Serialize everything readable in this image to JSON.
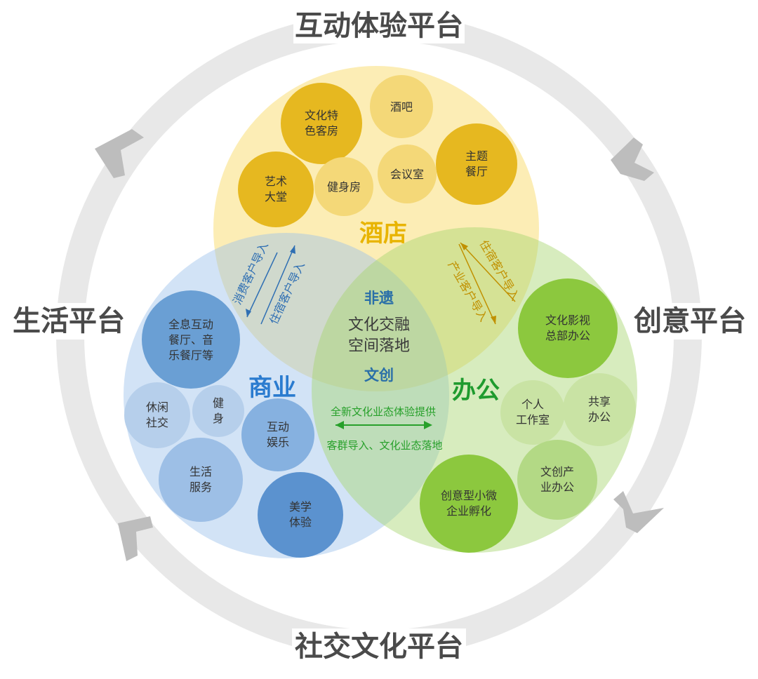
{
  "platforms": {
    "top": "互动体验平台",
    "right": "创意平台",
    "bottom": "社交文化平台",
    "left": "生活平台"
  },
  "categories": {
    "hotel": "酒店",
    "commerce": "商业",
    "office": "办公"
  },
  "center": {
    "top": "非遗",
    "line1": "文化交融",
    "line2": "空间落地",
    "bottom": "文创"
  },
  "flows": {
    "left_outer": "消费客户导入",
    "left_inner": "住宿客户导入",
    "right_outer": "住宿客户导入",
    "right_inner": "产业客户导入",
    "bottom_top": "全新文化业态体验提供",
    "bottom_bottom": "客群导入、文化业态落地"
  },
  "bubbles": [
    {
      "id": "hotel-room",
      "lines": [
        "文化特",
        "色客房"
      ],
      "color": "#e6b820"
    },
    {
      "id": "bar",
      "lines": [
        "酒吧"
      ],
      "color": "#f6dc7a"
    },
    {
      "id": "theme-restaurant",
      "lines": [
        "主题",
        "餐厅"
      ],
      "color": "#e6b820"
    },
    {
      "id": "art-hall",
      "lines": [
        "艺术",
        "大堂"
      ],
      "color": "#e6b820"
    },
    {
      "id": "gym",
      "lines": [
        "健身房"
      ],
      "color": "#f6dc7a"
    },
    {
      "id": "meeting-room",
      "lines": [
        "会议室"
      ],
      "color": "#f6dc7a"
    },
    {
      "id": "dining",
      "lines": [
        "全息互动",
        "餐厅、音",
        "乐餐厅等"
      ],
      "color": "#6a9fd4"
    },
    {
      "id": "leisure",
      "lines": [
        "休闲",
        "社交"
      ],
      "color": "#b6cfeb"
    },
    {
      "id": "fitness",
      "lines": [
        "健",
        "身"
      ],
      "color": "#b6cfeb"
    },
    {
      "id": "entertainment",
      "lines": [
        "互动",
        "娱乐"
      ],
      "color": "#86b1e0"
    },
    {
      "id": "life-service",
      "lines": [
        "生活",
        "服务"
      ],
      "color": "#9dbfe6"
    },
    {
      "id": "aesthetics",
      "lines": [
        "美学",
        "体验"
      ],
      "color": "#5b92cf"
    },
    {
      "id": "film-office",
      "lines": [
        "文化影视",
        "总部办公"
      ],
      "color": "#8cc83e"
    },
    {
      "id": "studio",
      "lines": [
        "个人",
        "工作室"
      ],
      "color": "#c9e3a4"
    },
    {
      "id": "shared-office",
      "lines": [
        "共享",
        "办公"
      ],
      "color": "#c9e3a4"
    },
    {
      "id": "creative-office",
      "lines": [
        "文创产",
        "业办公"
      ],
      "color": "#b3d985"
    },
    {
      "id": "incubation",
      "lines": [
        "创意型小微",
        "企业孵化"
      ],
      "color": "#8cc83e"
    }
  ],
  "colors": {
    "ring": "#e6e6e6",
    "hotel": "#f7d85a",
    "commerce": "#a8c8ea",
    "office": "#aed878",
    "hotel_label": "#e8b400",
    "commerce_label": "#2a7bcf",
    "office_label": "#1f9b2e",
    "arrow": "#bdbdbd"
  }
}
